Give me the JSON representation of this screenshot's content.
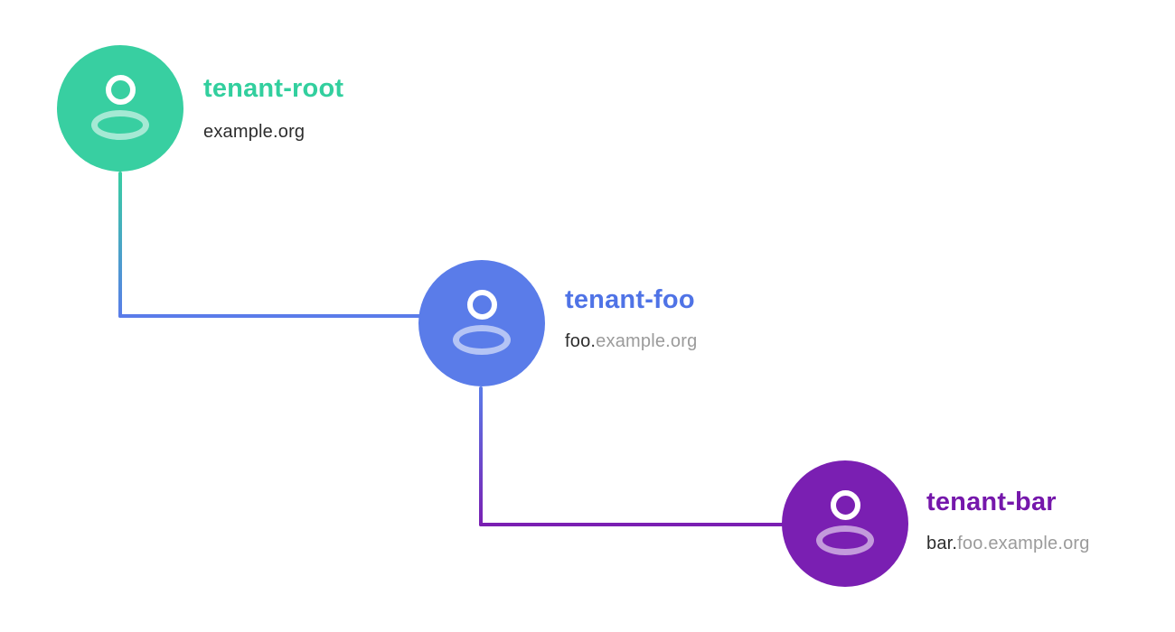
{
  "diagram": {
    "nodes": [
      {
        "id": "tenant-root",
        "label": "tenant-root",
        "domain_full": "example.org",
        "domain_prefix": "example.org",
        "domain_suffix": "",
        "color": "#38cfa1",
        "label_color": "#32cf9e",
        "icon": "user-icon"
      },
      {
        "id": "tenant-foo",
        "label": "tenant-foo",
        "domain_full": "foo.example.org",
        "domain_prefix": "foo.",
        "domain_suffix": "example.org",
        "color": "#5a7ce9",
        "label_color": "#4f73e6",
        "icon": "user-icon"
      },
      {
        "id": "tenant-bar",
        "label": "tenant-bar",
        "domain_full": "bar.foo.example.org",
        "domain_prefix": "bar.",
        "domain_suffix": "foo.example.org",
        "color": "#7a1fb2",
        "label_color": "#7517ab",
        "icon": "user-icon"
      }
    ],
    "connectors": [
      {
        "from": "tenant-root",
        "to": "tenant-foo",
        "from_color": "#38cfa1",
        "to_color": "#5a7ce9"
      },
      {
        "from": "tenant-foo",
        "to": "tenant-bar",
        "from_color": "#5a7ce9",
        "to_color": "#7a1fb2"
      }
    ],
    "text_colors": {
      "domain_strong": "#2d2d2d",
      "domain_muted": "#9b9b9b"
    }
  }
}
